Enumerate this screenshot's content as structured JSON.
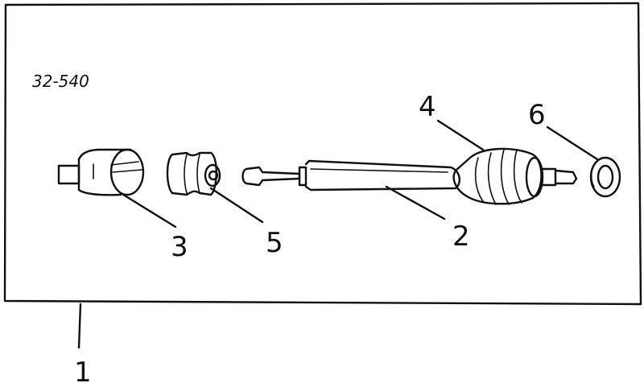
{
  "diagram": {
    "reference_code": "32-540",
    "callouts": [
      {
        "id": "1",
        "label": "1"
      },
      {
        "id": "2",
        "label": "2"
      },
      {
        "id": "3",
        "label": "3"
      },
      {
        "id": "4",
        "label": "4"
      },
      {
        "id": "5",
        "label": "5"
      },
      {
        "id": "6",
        "label": "6"
      }
    ]
  }
}
